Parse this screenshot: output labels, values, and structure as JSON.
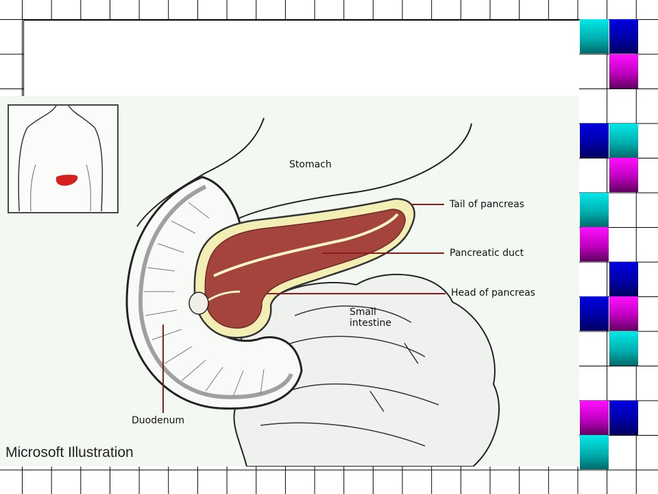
{
  "labels": {
    "stomach": "Stomach",
    "tail": "Tail of pancreas",
    "duct": "Pancreatic duct",
    "head": "Head of pancreas",
    "small_intestine_1": "Small",
    "small_intestine_2": "intestine",
    "duodenum": "Duodenum"
  },
  "credit": "Microsoft Illustration",
  "colors": {
    "pancreas": "#a4443c",
    "pancreas_border": "#f3efb4",
    "leader": "#8a1c1c",
    "figure_bg": "#f3f8f3",
    "tile_cyan": "#00b0b0",
    "tile_blue": "#0000a8",
    "tile_magenta": "#c000c0"
  },
  "tiles": [
    "cyan",
    "blue",
    "magenta",
    "blue",
    "cyan",
    "magenta",
    "cyan",
    "magenta",
    "blue",
    "blue",
    "magenta",
    "cyan",
    "magenta",
    "blue",
    "cyan"
  ]
}
